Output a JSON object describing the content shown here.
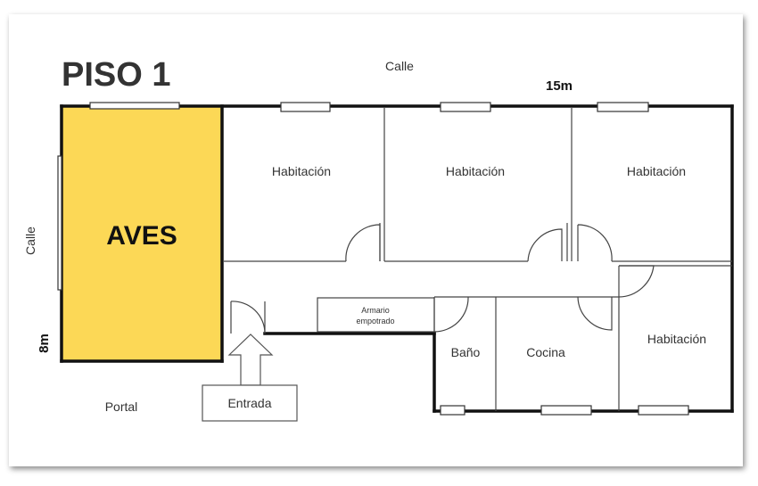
{
  "title": "PISO 1",
  "colors": {
    "title": "#1f4e9c",
    "highlight": "#fcd856",
    "wall": "#111111",
    "partition": "#444444"
  },
  "highlight_label": "AVES",
  "dimensions": {
    "width": "15m",
    "height": "8m"
  },
  "street_labels": {
    "top": "Calle",
    "left": "Calle"
  },
  "rooms": {
    "habitacion_1": "Habitación",
    "habitacion_2": "Habitación",
    "habitacion_3": "Habitación",
    "habitacion_4": "Habitación",
    "armario_line1": "Armario",
    "armario_line2": "empotrado",
    "bano": "Baño",
    "cocina": "Cocina"
  },
  "entrance": "Entrada",
  "portal": "Portal"
}
